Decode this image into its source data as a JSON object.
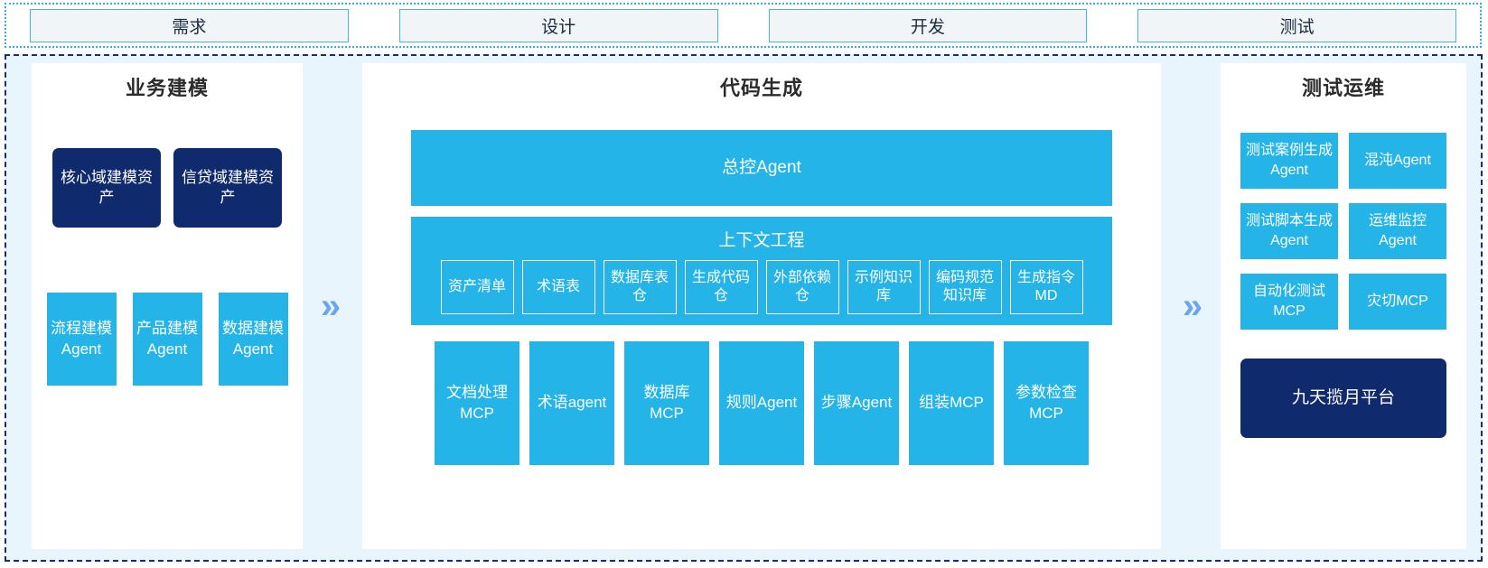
{
  "phases": {
    "items": [
      {
        "label": "需求"
      },
      {
        "label": "设计"
      },
      {
        "label": "开发"
      },
      {
        "label": "测试"
      }
    ]
  },
  "colors": {
    "accent_blue": "#25b4e8",
    "navy": "#102a6e",
    "panel_bg": "#e9f5fd",
    "chevron": "#6aa6ee",
    "phase_border": "#4bb4de",
    "container_border": "#16306b"
  },
  "separators": {
    "left_arrow": "»",
    "right_arrow": "»"
  },
  "business_modeling": {
    "title": "业务建模",
    "assets": [
      {
        "label": "核心域建模资产"
      },
      {
        "label": "信贷域建模资产"
      }
    ],
    "agents": [
      {
        "label": "流程建模Agent"
      },
      {
        "label": "产品建模Agent"
      },
      {
        "label": "数据建模Agent"
      }
    ]
  },
  "code_generation": {
    "title": "代码生成",
    "master_agent": {
      "label": "总控Agent"
    },
    "context_engineering": {
      "title": "上下文工程",
      "items": [
        {
          "label": "资产清单"
        },
        {
          "label": "术语表"
        },
        {
          "label": "数据库表仓"
        },
        {
          "label": "生成代码仓"
        },
        {
          "label": "外部依赖仓"
        },
        {
          "label": "示例知识库"
        },
        {
          "label": "编码规范知识库"
        },
        {
          "label": "生成指令MD"
        }
      ]
    },
    "tools": [
      {
        "label": "文档处理MCP"
      },
      {
        "label": "术语agent"
      },
      {
        "label": "数据库MCP"
      },
      {
        "label": "规则Agent"
      },
      {
        "label": "步骤Agent"
      },
      {
        "label": "组装MCP"
      },
      {
        "label": "参数检查MCP"
      }
    ]
  },
  "test_ops": {
    "title": "测试运维",
    "items": [
      {
        "label": "测试案例生成Agent"
      },
      {
        "label": "混沌Agent"
      },
      {
        "label": "测试脚本生成Agent"
      },
      {
        "label": "运维监控Agent"
      },
      {
        "label": "自动化测试MCP"
      },
      {
        "label": "灾切MCP"
      }
    ],
    "platform": {
      "label": "九天揽月平台"
    }
  }
}
